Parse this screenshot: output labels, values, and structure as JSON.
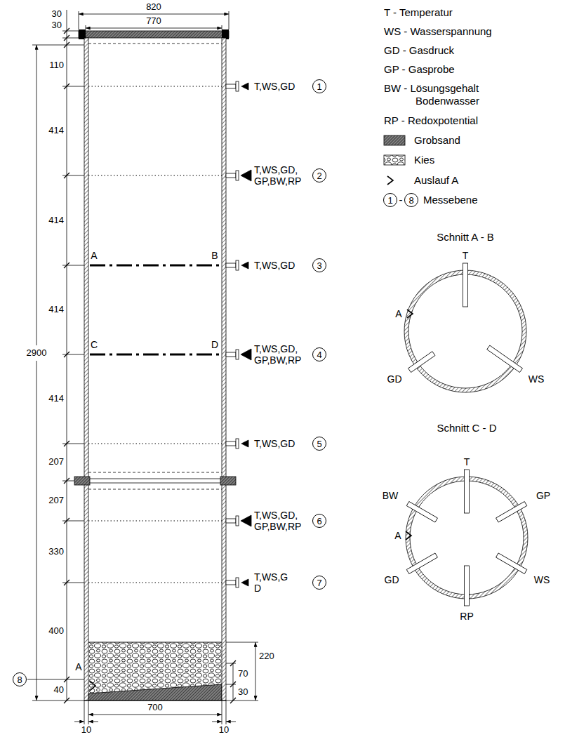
{
  "diagram": {
    "nodes": [
      {
        "text": [
          "1"
        ]
      },
      {
        "text": [
          "2"
        ]
      },
      {
        "text": [
          "3"
        ]
      },
      {
        "text": [
          "4"
        ]
      },
      {
        "text": [
          "5"
        ]
      },
      {
        "text": [
          "6"
        ]
      },
      {
        "text": [
          "7"
        ]
      },
      {
        "text": [
          "8"
        ]
      },
      {
        "text": [
          "1"
        ]
      },
      {
        "text": [
          "8"
        ]
      }
    ],
    "labels": [
      "820",
      "770",
      "30",
      "30",
      "110",
      "414",
      "414",
      "414",
      "414",
      "207",
      "207",
      "330",
      "400",
      "2900",
      "40",
      "A",
      "220",
      "70",
      "30",
      "700",
      "10",
      "10",
      "A",
      "B",
      "C",
      "D",
      "T,WS,GD",
      "T,WS,GD, GP,BW,RP",
      "T,WS,GD",
      "T,WS,GD, GP,BW,RP",
      "T,WS,GD",
      "T,WS,GD, GP,BW,RP",
      "T,WS,G D",
      "-",
      "Schnitt A - B",
      "T",
      "A",
      "GD",
      "WS",
      "Schnitt C - D",
      "T",
      "BW",
      "GP",
      "A",
      "GD",
      "WS",
      "RP"
    ],
    "legend": [
      {
        "text": "T - Temperatur"
      },
      {
        "text": "WS - Wasserspannung"
      },
      {
        "text": "GD - Gasdruck"
      },
      {
        "text": "GP - Gasprobe"
      },
      {
        "text": "BW - Lösungsgehalt Bodenwasser"
      },
      {
        "text": "RP - Redoxpotential"
      },
      {
        "text": "Grobsand"
      },
      {
        "text": "Kies"
      },
      {
        "text": "Auslauf A"
      },
      {
        "text": "Messebene"
      }
    ]
  }
}
